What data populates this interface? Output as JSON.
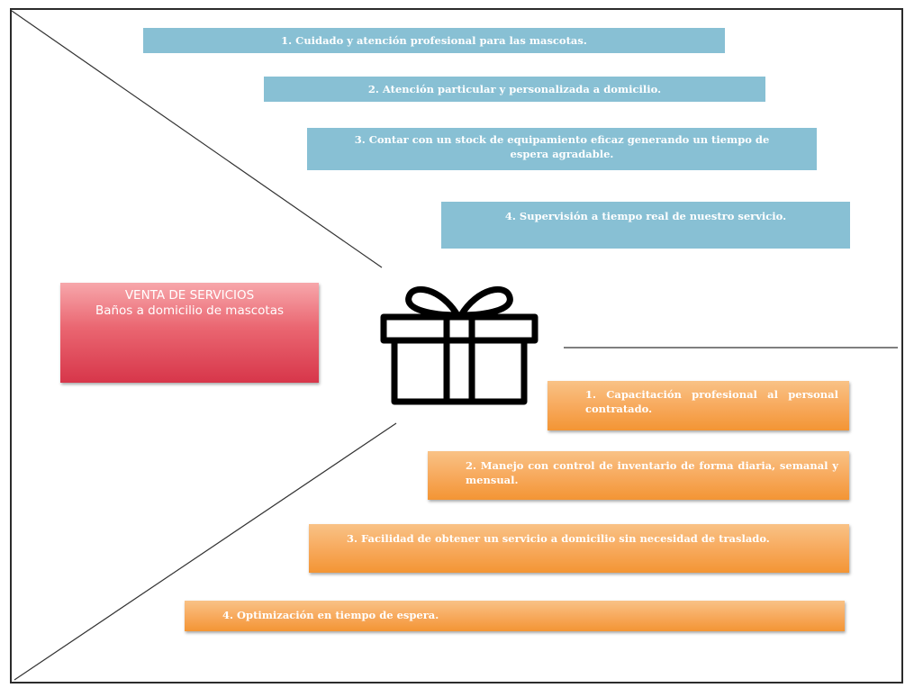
{
  "top_items": [
    "1.   Cuidado y atención profesional para las mascotas.",
    "2.   Atención particular y personalizada a domicilio.",
    "3.   Contar con un stock de equipamiento eficaz generando un tiempo de espera agradable.",
    "4.   Supervisión a tiempo real de nuestro servicio."
  ],
  "bottom_items": [
    "1.   Capacitación profesional al personal contratado.",
    "2.   Manejo con control de inventario de forma diaria, semanal y mensual.",
    "3.   Facilidad de obtener un servicio a domicilio sin necesidad de traslado.",
    "4.   Optimización en tiempo de espera."
  ],
  "center_box": {
    "title": "VENTA DE SERVICIOS",
    "subtitle": "Baños a domicilio de mascotas"
  },
  "icon": "gift-icon",
  "colors": {
    "blue_box": "#88c0d4",
    "orange_box": "#f7a85a",
    "red_box": "#e0505d"
  }
}
